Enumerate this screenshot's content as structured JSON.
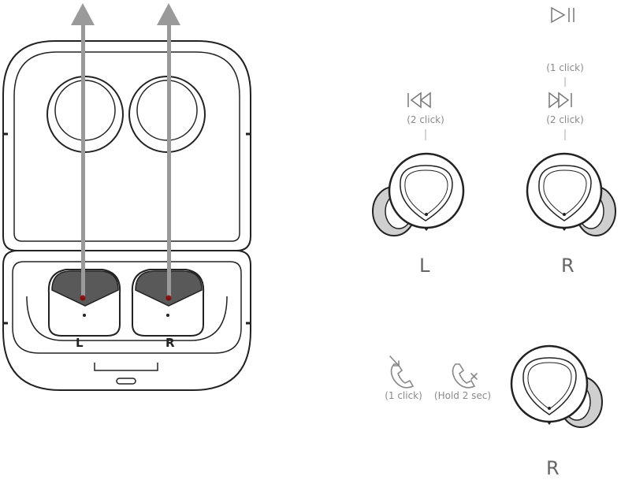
{
  "case": {
    "left_label": "L",
    "right_label": "R"
  },
  "controls": {
    "play_pause": {
      "icon": "play-pause-icon",
      "label": "(1 click)"
    },
    "previous": {
      "icon": "previous-track-icon",
      "label": "(2 click)"
    },
    "next": {
      "icon": "next-track-icon",
      "label": "(2 click)"
    },
    "left_label": "L",
    "right_label": "R"
  },
  "calls": {
    "answer": {
      "icon": "answer-call-icon",
      "label": "(1 click)"
    },
    "reject": {
      "icon": "reject-call-icon",
      "label": "(Hold 2 sec)"
    },
    "earbud_label": "R"
  },
  "colors": {
    "arrow": "#9a9a9a",
    "line": "#222222",
    "tip_fill": "#cccccc",
    "text": "#8a8a8a",
    "label": "#666666"
  }
}
